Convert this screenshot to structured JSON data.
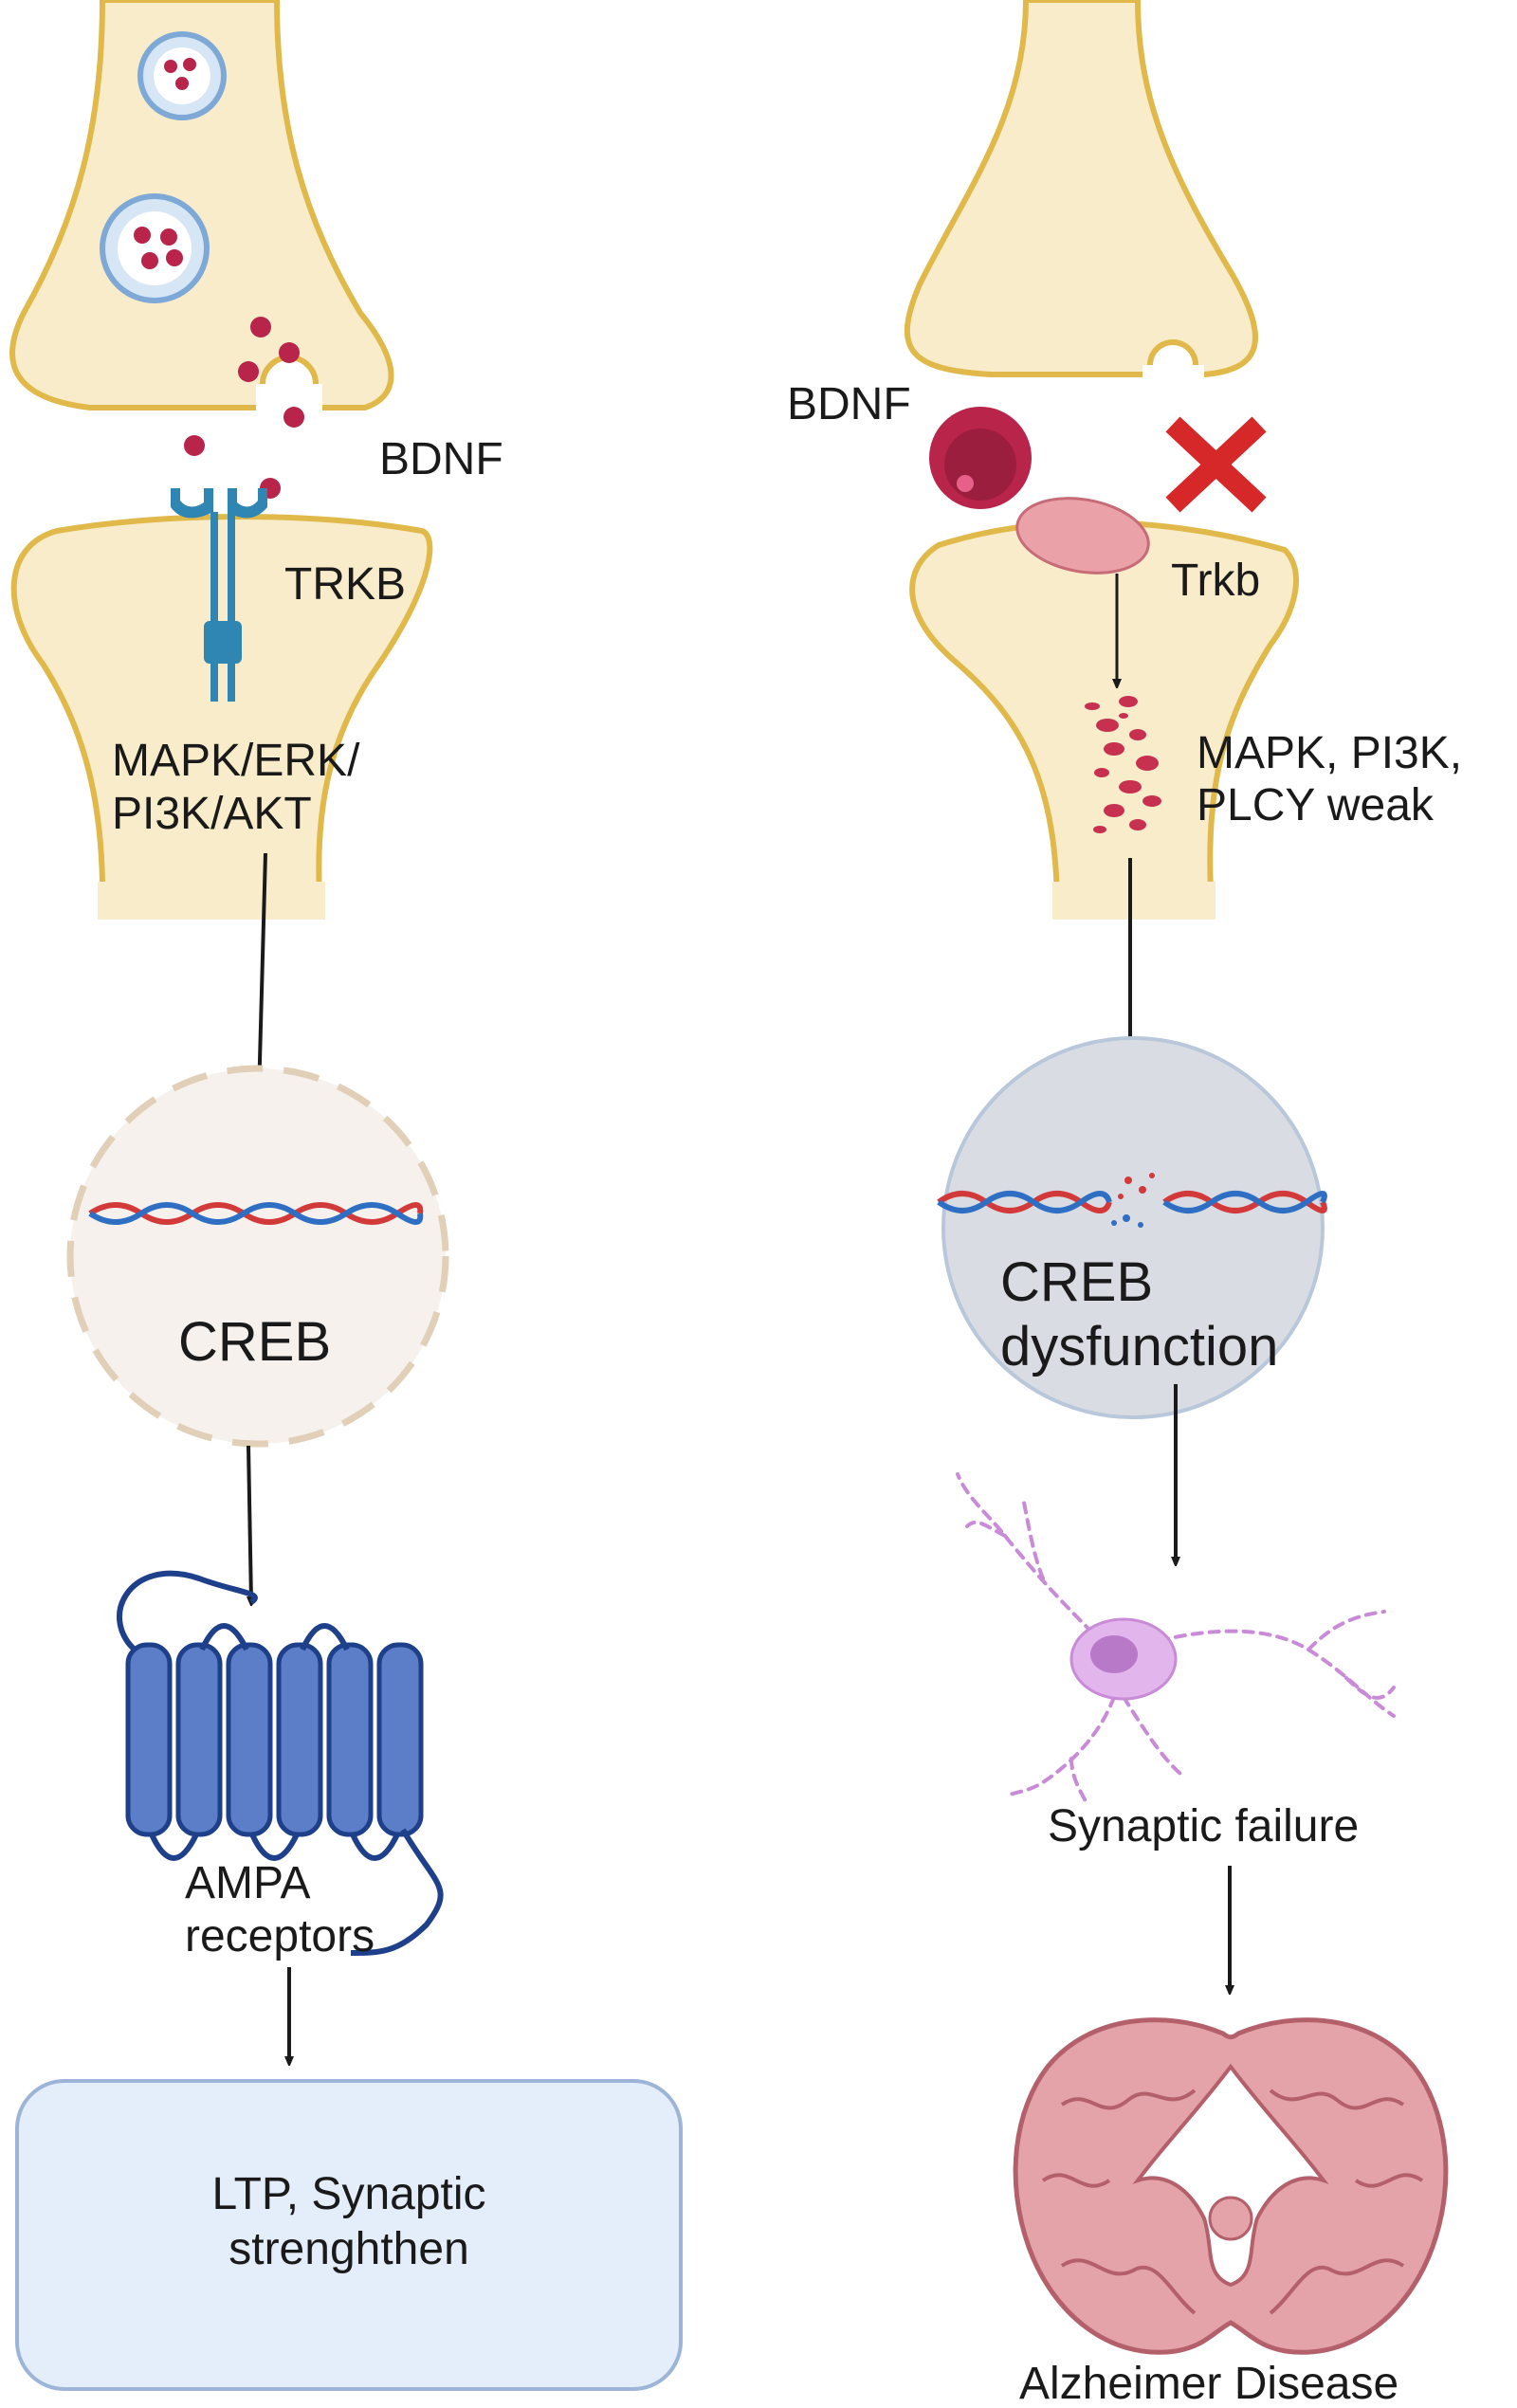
{
  "healthy": {
    "bdnf_label": "BDNF",
    "receptor_label": "TRKB",
    "pathway_line1": "MAPK/ERK/",
    "pathway_line2": "PI3K/AKT",
    "nucleus_label": "CREB",
    "receptor2_line1": "AMPA",
    "receptor2_line2": "receptors",
    "outcome_line1": "LTP, Synaptic",
    "outcome_line2": "strenghthen"
  },
  "disease": {
    "bdnf_label": "BDNF",
    "receptor_label": "Trkb",
    "pathway_line1": "MAPK, PI3K,",
    "pathway_line2": "PLCY weak",
    "nucleus_line1": "CREB",
    "nucleus_line2": "dysfunction",
    "neuron_label": "Synaptic failure",
    "outcome_label": "Alzheimer Disease"
  },
  "colors": {
    "membrane_fill": "#f8eccb",
    "membrane_stroke": "#e0b94a",
    "bdnf_red": "#b8244a",
    "receptor_blue": "#2f86b3",
    "ampa_blue": "#5c7ec9",
    "ampa_dark": "#1e3f8a",
    "dna_red": "#d23a3a",
    "dna_blue": "#2e6fc4",
    "block_red": "#d62828",
    "trkb_pink": "#eba1a8",
    "brain_pink": "#e4a3a8",
    "neuron_purple": "#c98ad8",
    "outcome_box": "#e4eefa"
  }
}
